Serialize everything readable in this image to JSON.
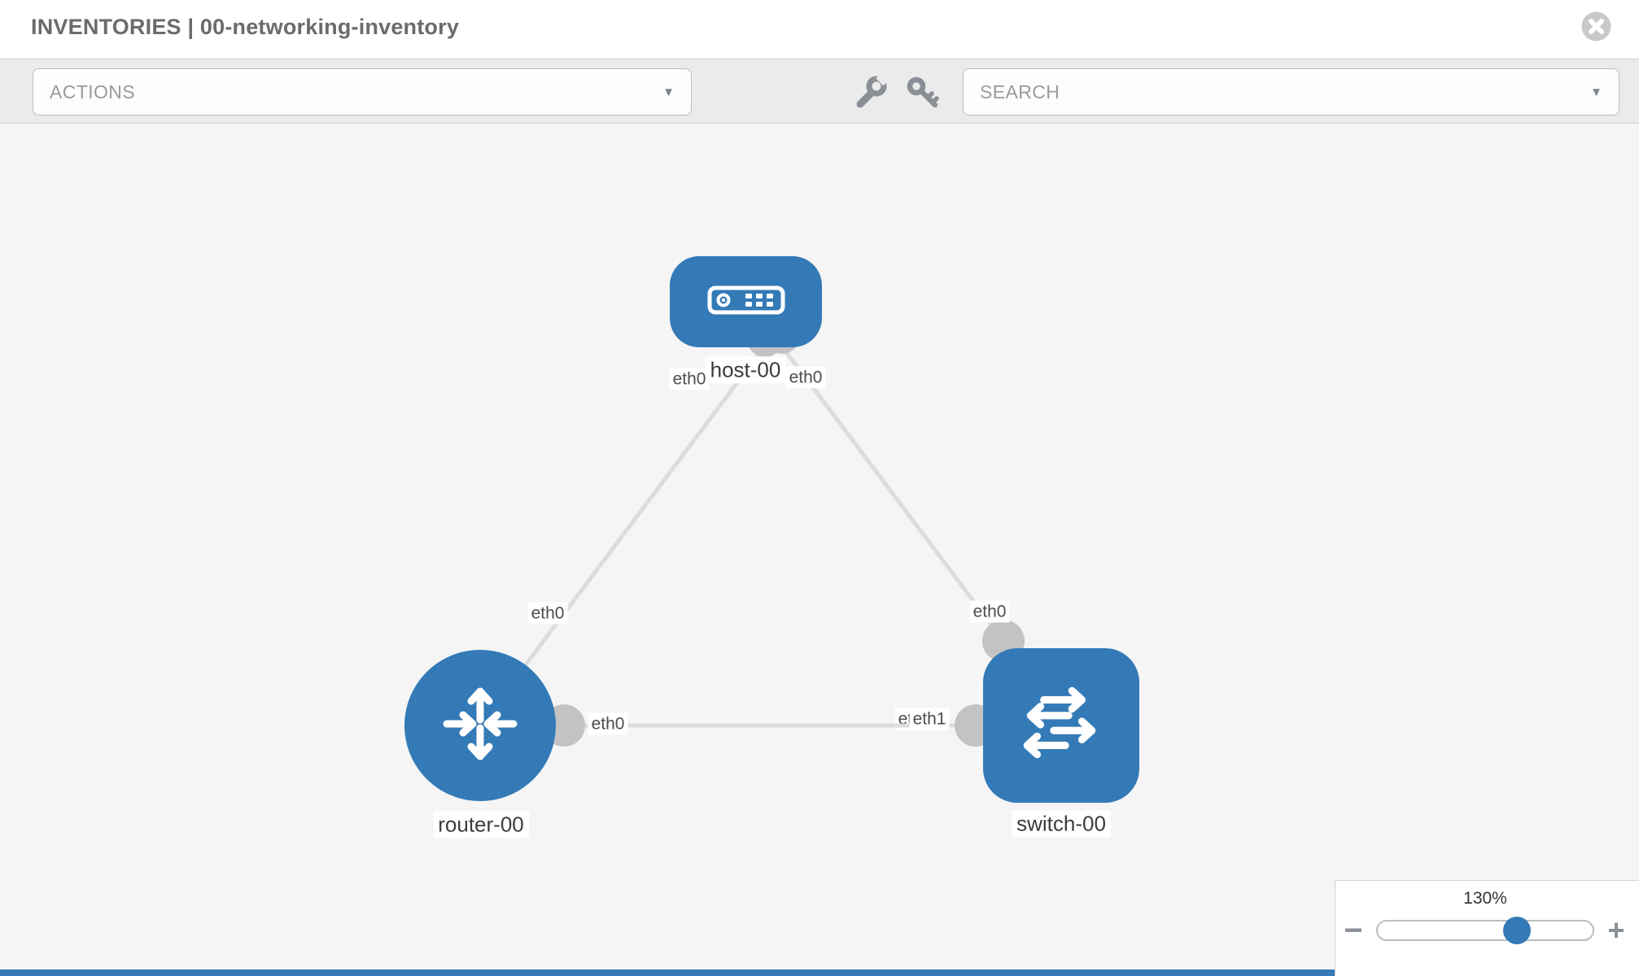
{
  "header": {
    "title": "INVENTORIES | 00-networking-inventory"
  },
  "toolbar": {
    "actions_label": "ACTIONS",
    "search_placeholder": "SEARCH",
    "icons": [
      "wrench-icon",
      "key-icon"
    ]
  },
  "topology": {
    "nodes": [
      {
        "id": "host-00",
        "type": "host",
        "label": "host-00"
      },
      {
        "id": "router-00",
        "type": "router",
        "label": "router-00"
      },
      {
        "id": "switch-00",
        "type": "switch",
        "label": "switch-00"
      }
    ],
    "links": [
      {
        "source": "host-00",
        "target": "router-00",
        "source_interface": "eth0",
        "target_interface": "eth0"
      },
      {
        "source": "host-00",
        "target": "switch-00",
        "source_interface": "eth0",
        "target_interface": "eth0"
      },
      {
        "source": "router-00",
        "target": "switch-00",
        "source_interface": "eth0",
        "target_interface": "eth1",
        "target_overlap_label": "eth0"
      }
    ]
  },
  "zoom_control": {
    "value": "130%",
    "decrease": "−",
    "increase": "+"
  },
  "colors": {
    "node_blue": "#337ab7",
    "link_gray": "#dcdcdc",
    "connector_gray": "#c3c3c3",
    "canvas_bg": "#f5f5f5",
    "toolbar_bg": "#ebebeb"
  }
}
